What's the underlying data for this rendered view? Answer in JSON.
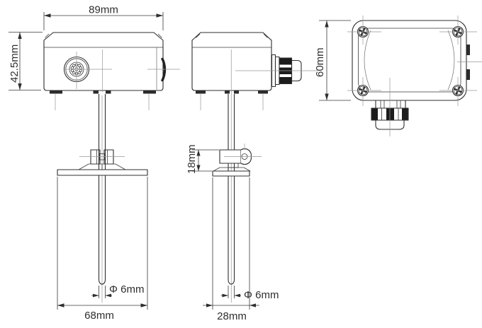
{
  "drawing": {
    "background": "#ffffff",
    "line_color": "#2f2f2f",
    "centerline_color": "#979797",
    "front_view": {
      "width": "89mm",
      "height": "42.5mm",
      "flange_width": "68mm",
      "probe_diameter": "Φ 6mm"
    },
    "side_view": {
      "bracket_height": "18mm",
      "flange_depth": "28mm",
      "probe_diameter": "Φ 6mm"
    },
    "back_view": {
      "height": "60mm"
    }
  }
}
